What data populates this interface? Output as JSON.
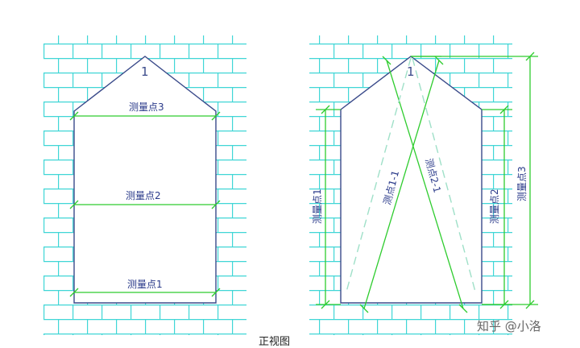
{
  "left_view": {
    "apex_label": "1",
    "points": [
      {
        "label": "测量点1"
      },
      {
        "label": "测量点2"
      },
      {
        "label": "测量点3"
      }
    ]
  },
  "right_view": {
    "apex_label": "1",
    "left_vertical_label": "测量点1",
    "right_vertical_label": "测量点2",
    "tall_vertical_label": "测量点3",
    "diag_a_label": "测点1-1",
    "diag_b_label": "测点2-1"
  },
  "caption": "正视图",
  "watermark": "知乎 @小洛",
  "colors": {
    "brick": "#3fd6d6",
    "outline": "#3a4a8a",
    "measure": "#2ecc2e"
  }
}
